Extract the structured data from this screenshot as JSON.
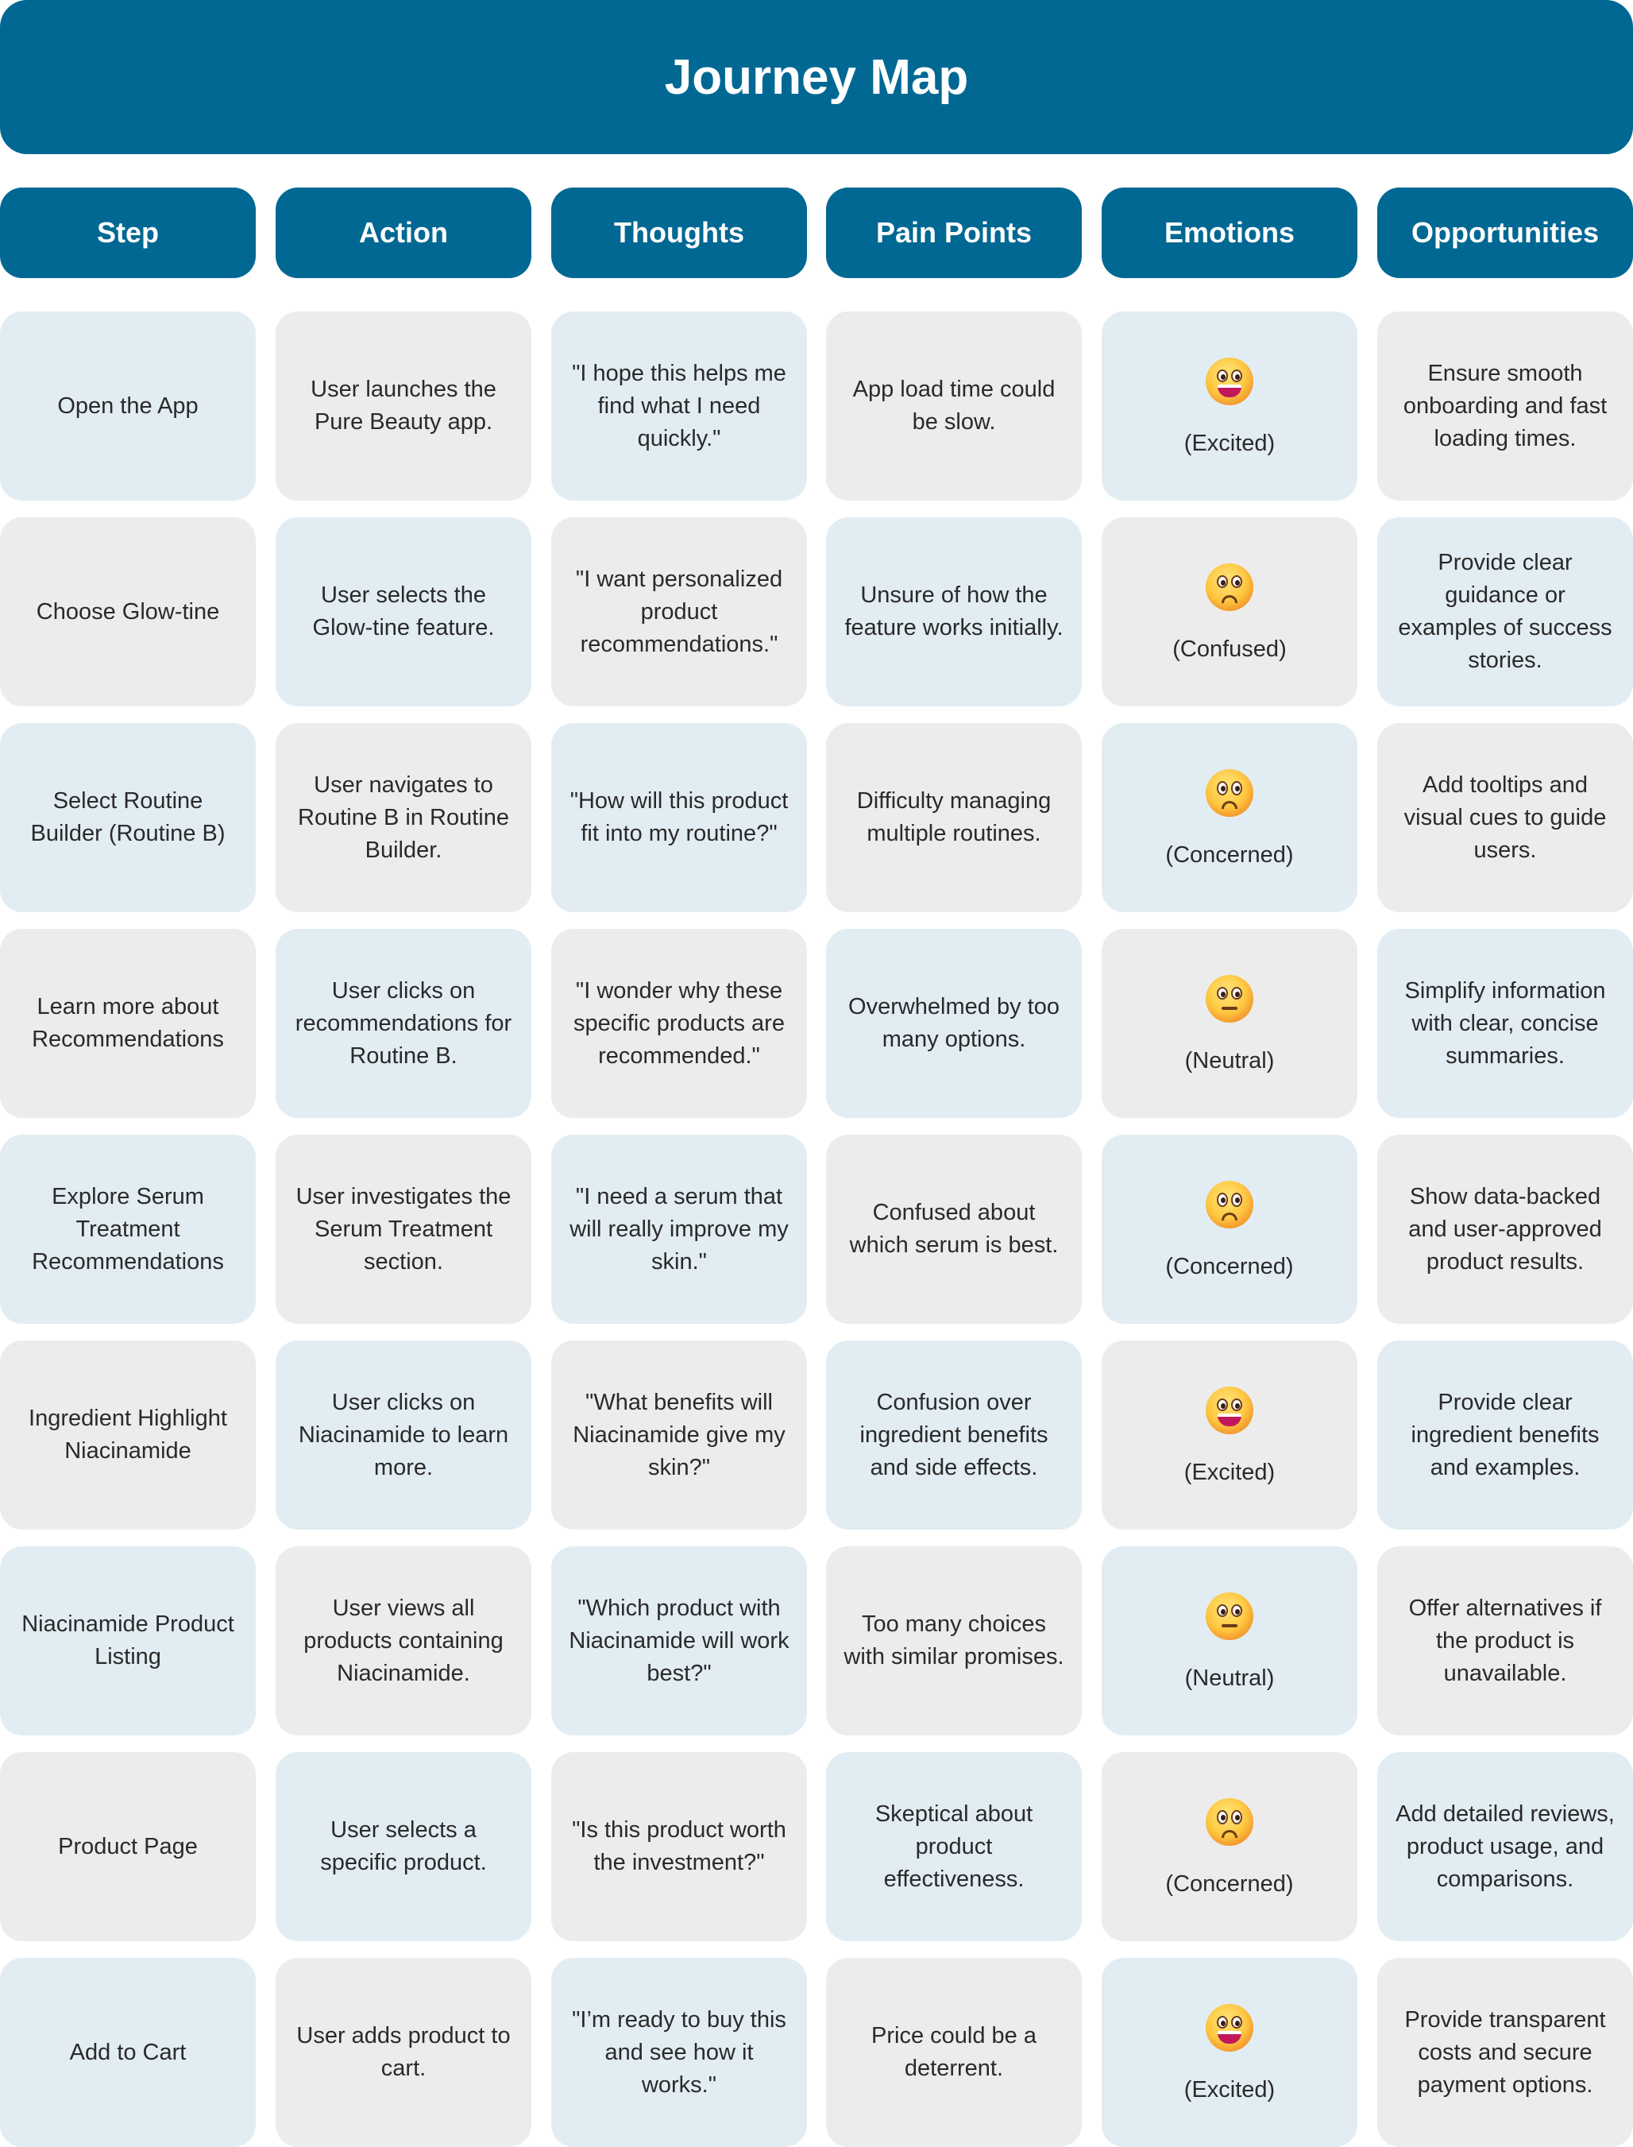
{
  "title": "Journey Map",
  "headers": [
    "Step",
    "Action",
    "Thoughts",
    "Pain Points",
    "Emotions",
    "Opportunities"
  ],
  "rows": [
    {
      "step": "Open the App",
      "action": "User launches the Pure Beauty app.",
      "thoughts": "\"I hope this helps me find what I need quickly.\"",
      "pain": "App load time could be slow.",
      "emotion_icon": "excited-face-icon",
      "emotion": "(Excited)",
      "opportunity": "Ensure smooth onboarding and fast loading times."
    },
    {
      "step": "Choose Glow-tine",
      "action": "User selects the Glow-tine feature.",
      "thoughts": "\"I want personalized product recommendations.\"",
      "pain": "Unsure of how the feature works initially.",
      "emotion_icon": "confused-face-icon",
      "emotion": "(Confused)",
      "opportunity": "Provide clear guidance or examples of success stories."
    },
    {
      "step": "Select Routine Builder (Routine B)",
      "action": "User navigates to Routine B in Routine Builder.",
      "thoughts": "\"How will this product fit into my routine?\"",
      "pain": "Difficulty managing multiple routines.",
      "emotion_icon": "concerned-face-icon",
      "emotion": "(Concerned)",
      "opportunity": "Add tooltips and visual cues to guide users."
    },
    {
      "step": "Learn more about Recommendations",
      "action": "User clicks on recommendations for Routine B.",
      "thoughts": "\"I wonder why these specific products are recommended.\"",
      "pain": "Overwhelmed by too many options.",
      "emotion_icon": "neutral-face-icon",
      "emotion": "(Neutral)",
      "opportunity": "Simplify information with clear, concise summaries."
    },
    {
      "step": "Explore Serum Treatment Recommendations",
      "action": "User investigates the Serum Treatment section.",
      "thoughts": "\"I need a serum that will really improve my skin.\"",
      "pain": "Confused about which serum is best.",
      "emotion_icon": "concerned-face-icon",
      "emotion": "(Concerned)",
      "opportunity": "Show data-backed and user-approved product results."
    },
    {
      "step": "Ingredient Highlight Niacinamide",
      "action": "User clicks on Niacinamide to learn more.",
      "thoughts": "\"What benefits will Niacinamide give my skin?\"",
      "pain": "Confusion over ingredient benefits and side effects.",
      "emotion_icon": "excited-face-icon",
      "emotion": "(Excited)",
      "opportunity": "Provide clear ingredient benefits and examples."
    },
    {
      "step": "Niacinamide Product Listing",
      "action": "User views all products containing Niacinamide.",
      "thoughts": "\"Which product with Niacinamide will work best?\"",
      "pain": "Too many choices with similar promises.",
      "emotion_icon": "neutral-face-icon",
      "emotion": "(Neutral)",
      "opportunity": "Offer alternatives if the product is unavailable."
    },
    {
      "step": "Product Page",
      "action": "User selects a specific product.",
      "thoughts": "\"Is this product worth the investment?\"",
      "pain": "Skeptical about product effectiveness.",
      "emotion_icon": "concerned-face-icon",
      "emotion": "(Concerned)",
      "opportunity": "Add detailed reviews, product usage, and comparisons."
    },
    {
      "step": "Add to Cart",
      "action": "User adds product to cart.",
      "thoughts": "\"I’m ready to buy this and see how it works.\"",
      "pain": "Price could be a deterrent.",
      "emotion_icon": "excited-face-icon",
      "emotion": "(Excited)",
      "opportunity": "Provide transparent costs and secure payment options."
    }
  ],
  "colors": {
    "header_bg": "#016893",
    "header_text": "#ffffff",
    "cell_blue": "#e2edf3",
    "cell_gray": "#ececec",
    "body_text": "#2a2a2a"
  }
}
